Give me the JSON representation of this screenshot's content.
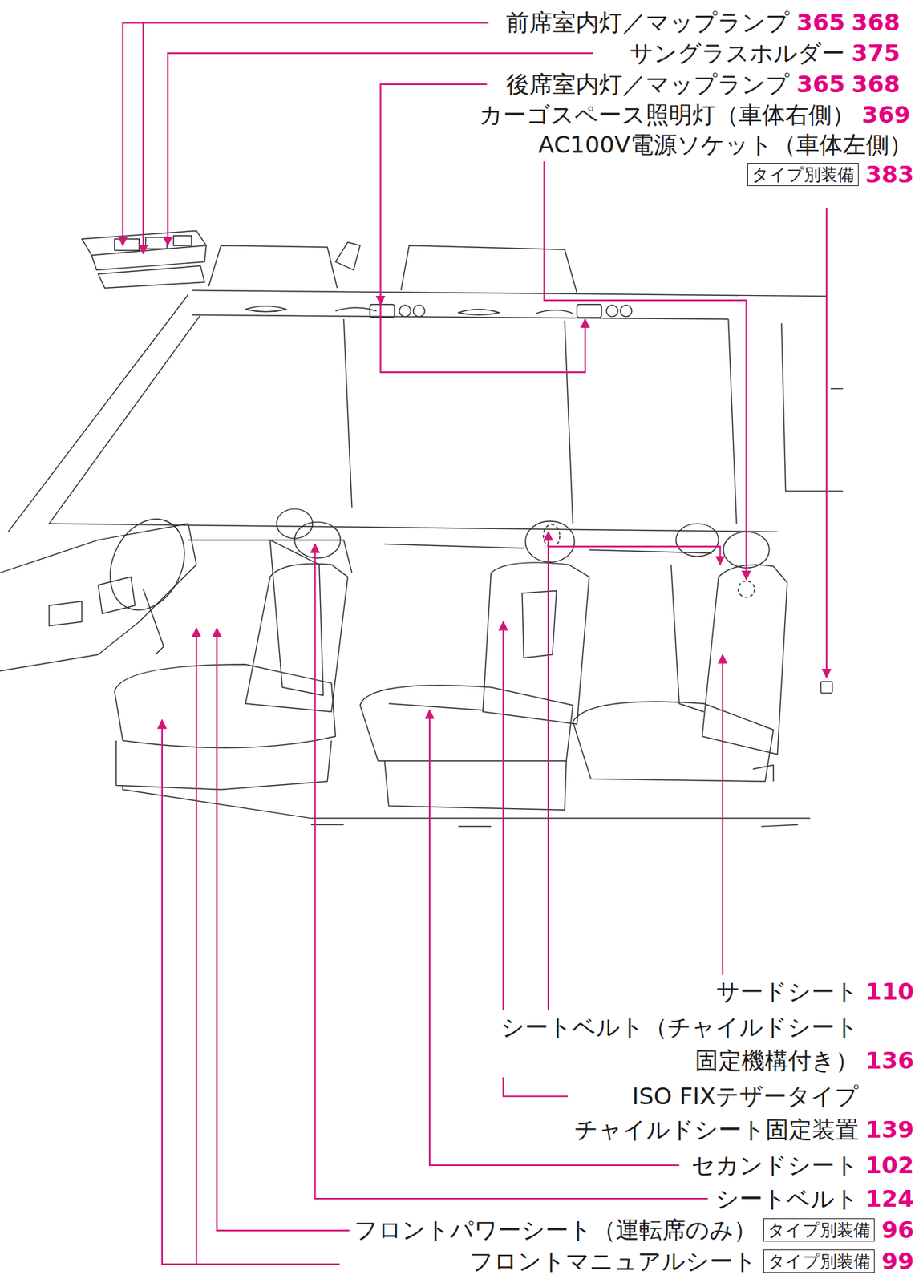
{
  "diagram": {
    "nodes": [
      {
        "text": [
          "タイプ別装備"
        ]
      },
      {
        "text": [
          "タイプ別装備"
        ]
      },
      {
        "text": [
          "タイプ別装備"
        ]
      }
    ],
    "labels": [
      "前席室内灯／マップランプ",
      "365",
      "368",
      "サングラスホルダー",
      "375",
      "後席室内灯／マップランプ",
      "365",
      "368",
      "カーゴスペース照明灯（車体右側）",
      "369",
      "AC100V電源ソケット（車体左側）",
      "383",
      "サードシート",
      "110",
      "シートベルト（チャイルドシート 固定機構付き）",
      "136",
      "ISO FIXテザータイプ チャイルドシート固定装置",
      "139",
      "セカンドシート",
      "102",
      "シートベルト",
      "124",
      "フロントパワーシート（運転席のみ）",
      "96",
      "フロントマニュアルシート",
      "99"
    ]
  }
}
